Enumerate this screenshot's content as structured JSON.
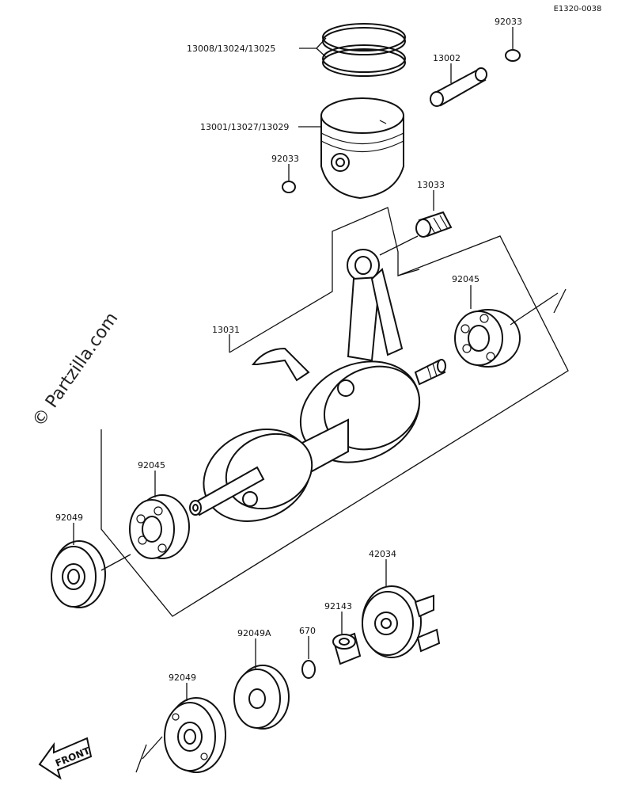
{
  "diagram_code": "E1320-0038",
  "watermark": "© Partzilla.com",
  "front_label": "FRONT",
  "parts": {
    "rings": "13008/13024/13025",
    "circlip_top": "92033",
    "piston_pin": "13002",
    "piston": "13001/13027/13029",
    "circlip_left": "92033",
    "needle_bearing": "13033",
    "bearing_right": "92045",
    "crankshaft": "13031",
    "bearing_left": "92045",
    "seal_left": "92049",
    "rotor": "42034",
    "collar": "92143",
    "oring": "670",
    "seal_plate": "92049A",
    "seal_bottom": "92049"
  }
}
